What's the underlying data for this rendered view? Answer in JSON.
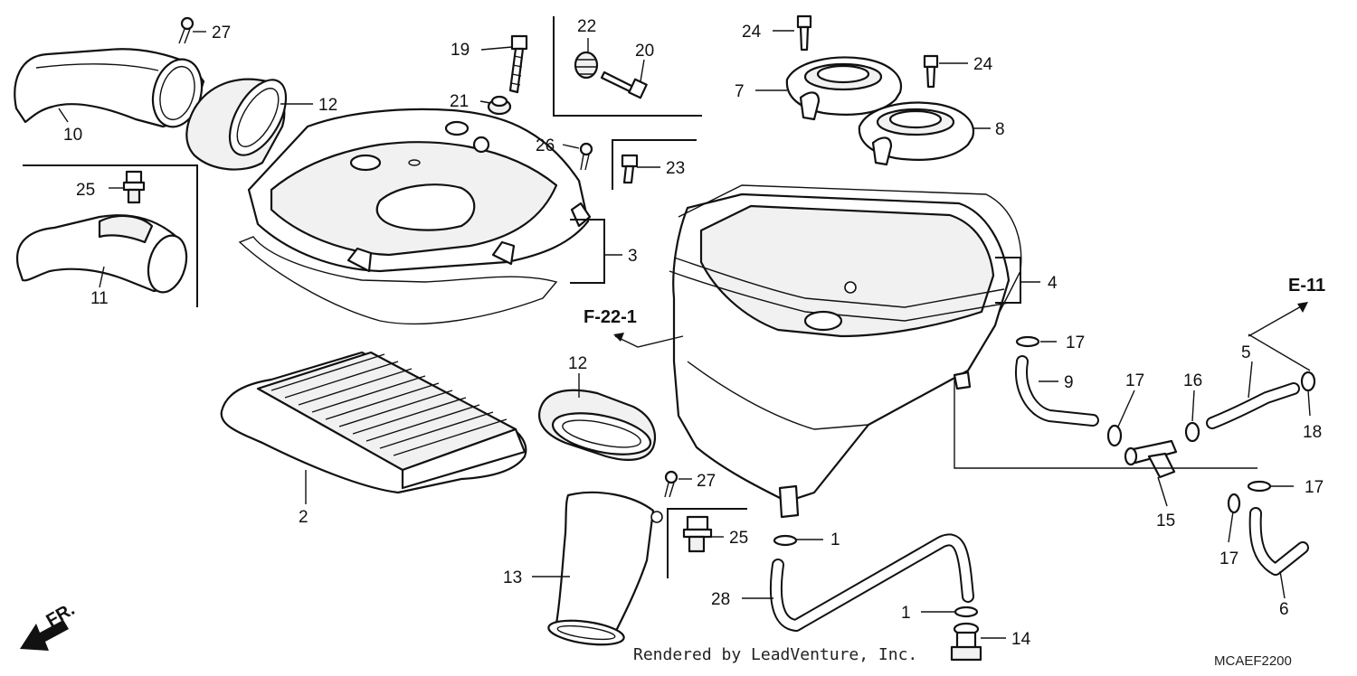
{
  "callouts": {
    "p1a": "1",
    "p1b": "1",
    "p2": "2",
    "p3": "3",
    "p4": "4",
    "p5": "5",
    "p6": "6",
    "p7": "7",
    "p8": "8",
    "p9": "9",
    "p10": "10",
    "p11": "11",
    "p12a": "12",
    "p12b": "12",
    "p13": "13",
    "p14": "14",
    "p15": "15",
    "p16": "16",
    "p17a": "17",
    "p17b": "17",
    "p17c": "17",
    "p17d": "17",
    "p18": "18",
    "p19": "19",
    "p20": "20",
    "p21": "21",
    "p22": "22",
    "p23": "23",
    "p24a": "24",
    "p24b": "24",
    "p25a": "25",
    "p25b": "25",
    "p26": "26",
    "p27a": "27",
    "p27b": "27",
    "p28": "28"
  },
  "references": {
    "f22": "F-22-1",
    "e11": "E-11",
    "front": "FR."
  },
  "footer": {
    "credit": "Rendered by LeadVenture, Inc.",
    "diagram_code": "MCAEF2200"
  }
}
